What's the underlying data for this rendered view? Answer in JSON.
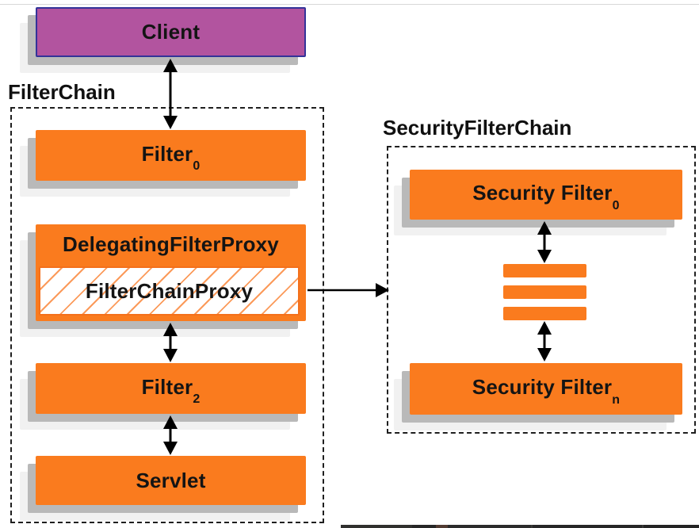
{
  "client": {
    "label": "Client"
  },
  "filterchain": {
    "title": "FilterChain",
    "filter0": {
      "text": "Filter",
      "sub": "0"
    },
    "delegating": {
      "title": "DelegatingFilterProxy",
      "inner": "FilterChainProxy"
    },
    "filter2": {
      "text": "Filter",
      "sub": "2"
    },
    "servlet": {
      "text": "Servlet"
    }
  },
  "securityfilterchain": {
    "title": "SecurityFilterChain",
    "filter0": {
      "text": "Security Filter",
      "sub": "0"
    },
    "filtern": {
      "text": "Security Filter",
      "sub": "n"
    }
  },
  "colors": {
    "box_orange": "#fa7b1e",
    "hatch_orange": "#fb9a5a",
    "inner_border_orange": "#f4701b",
    "client_purple": "#b2549f",
    "client_border_navy": "#333399",
    "shadow_gray": "#b9b9b9",
    "dashed_border": "#1f1f1f",
    "arrow_black": "#000000"
  }
}
